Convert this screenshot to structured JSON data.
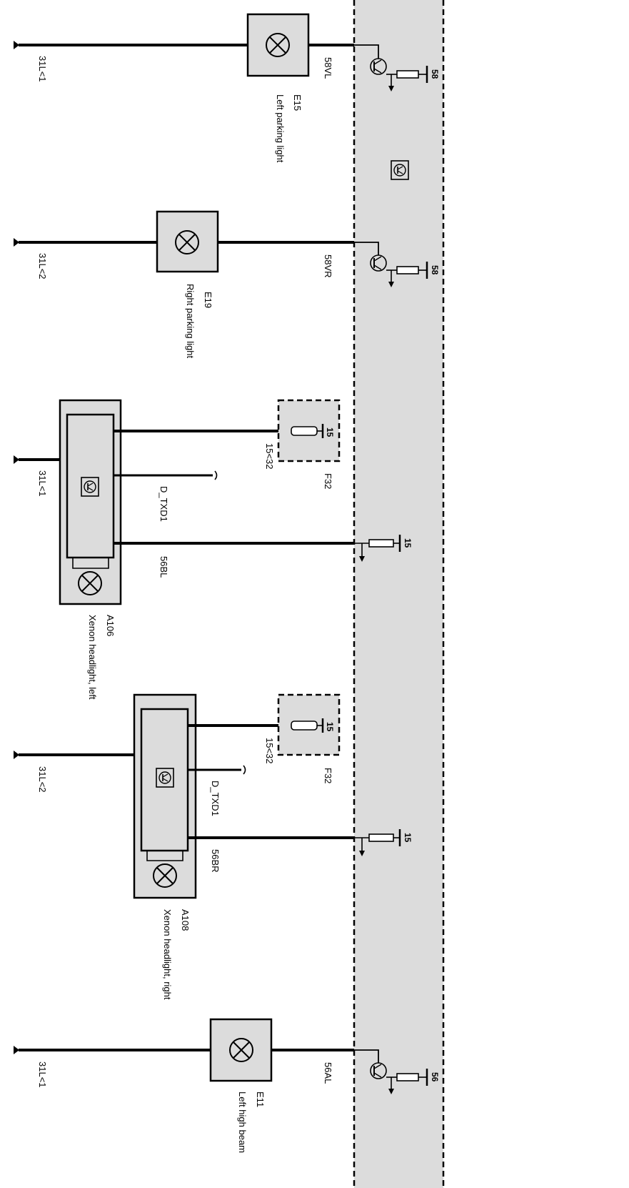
{
  "diagram": {
    "colors": {
      "background": "#ffffff",
      "module_panel": "#dcdcdc",
      "component_fill": "#dcdcdc",
      "wire": "#000000"
    },
    "control_module_icon": "module-symbol-icon",
    "circuits": [
      {
        "id": "e15",
        "ground": "31L<1",
        "wire": "58VL",
        "component": {
          "code": "E15",
          "name": "Left parking light",
          "icon": "lamp-icon"
        },
        "driver": {
          "type": "transistor",
          "terminal": "58"
        }
      },
      {
        "id": "e19",
        "ground": "31L<2",
        "wire": "58VR",
        "component": {
          "code": "E19",
          "name": "Right parking light",
          "icon": "lamp-icon"
        },
        "driver": {
          "type": "transistor",
          "terminal": "58"
        }
      },
      {
        "id": "a106",
        "ground": "31L<1",
        "component": {
          "code": "A106",
          "name": "Xenon headlight, left",
          "icon": "lamp-icon"
        },
        "supply": {
          "wire": "15<32",
          "fuse": "F32",
          "terminal": "15"
        },
        "data": "D_TXD1",
        "control_wire": "56BL",
        "driver": {
          "type": "resistor",
          "terminal": "15"
        }
      },
      {
        "id": "a108",
        "ground": "31L<2",
        "component": {
          "code": "A108",
          "name": "Xenon headlight, right",
          "icon": "lamp-icon"
        },
        "supply": {
          "wire": "15<32",
          "fuse": "F32",
          "terminal": "15"
        },
        "data": "D_TXD1",
        "control_wire": "56BR",
        "driver": {
          "type": "resistor",
          "terminal": "15"
        }
      },
      {
        "id": "e11",
        "ground": "31L<1",
        "wire": "56AL",
        "component": {
          "code": "E11",
          "name": "Left high beam",
          "icon": "lamp-icon"
        },
        "driver": {
          "type": "transistor",
          "terminal": "56"
        }
      }
    ]
  }
}
